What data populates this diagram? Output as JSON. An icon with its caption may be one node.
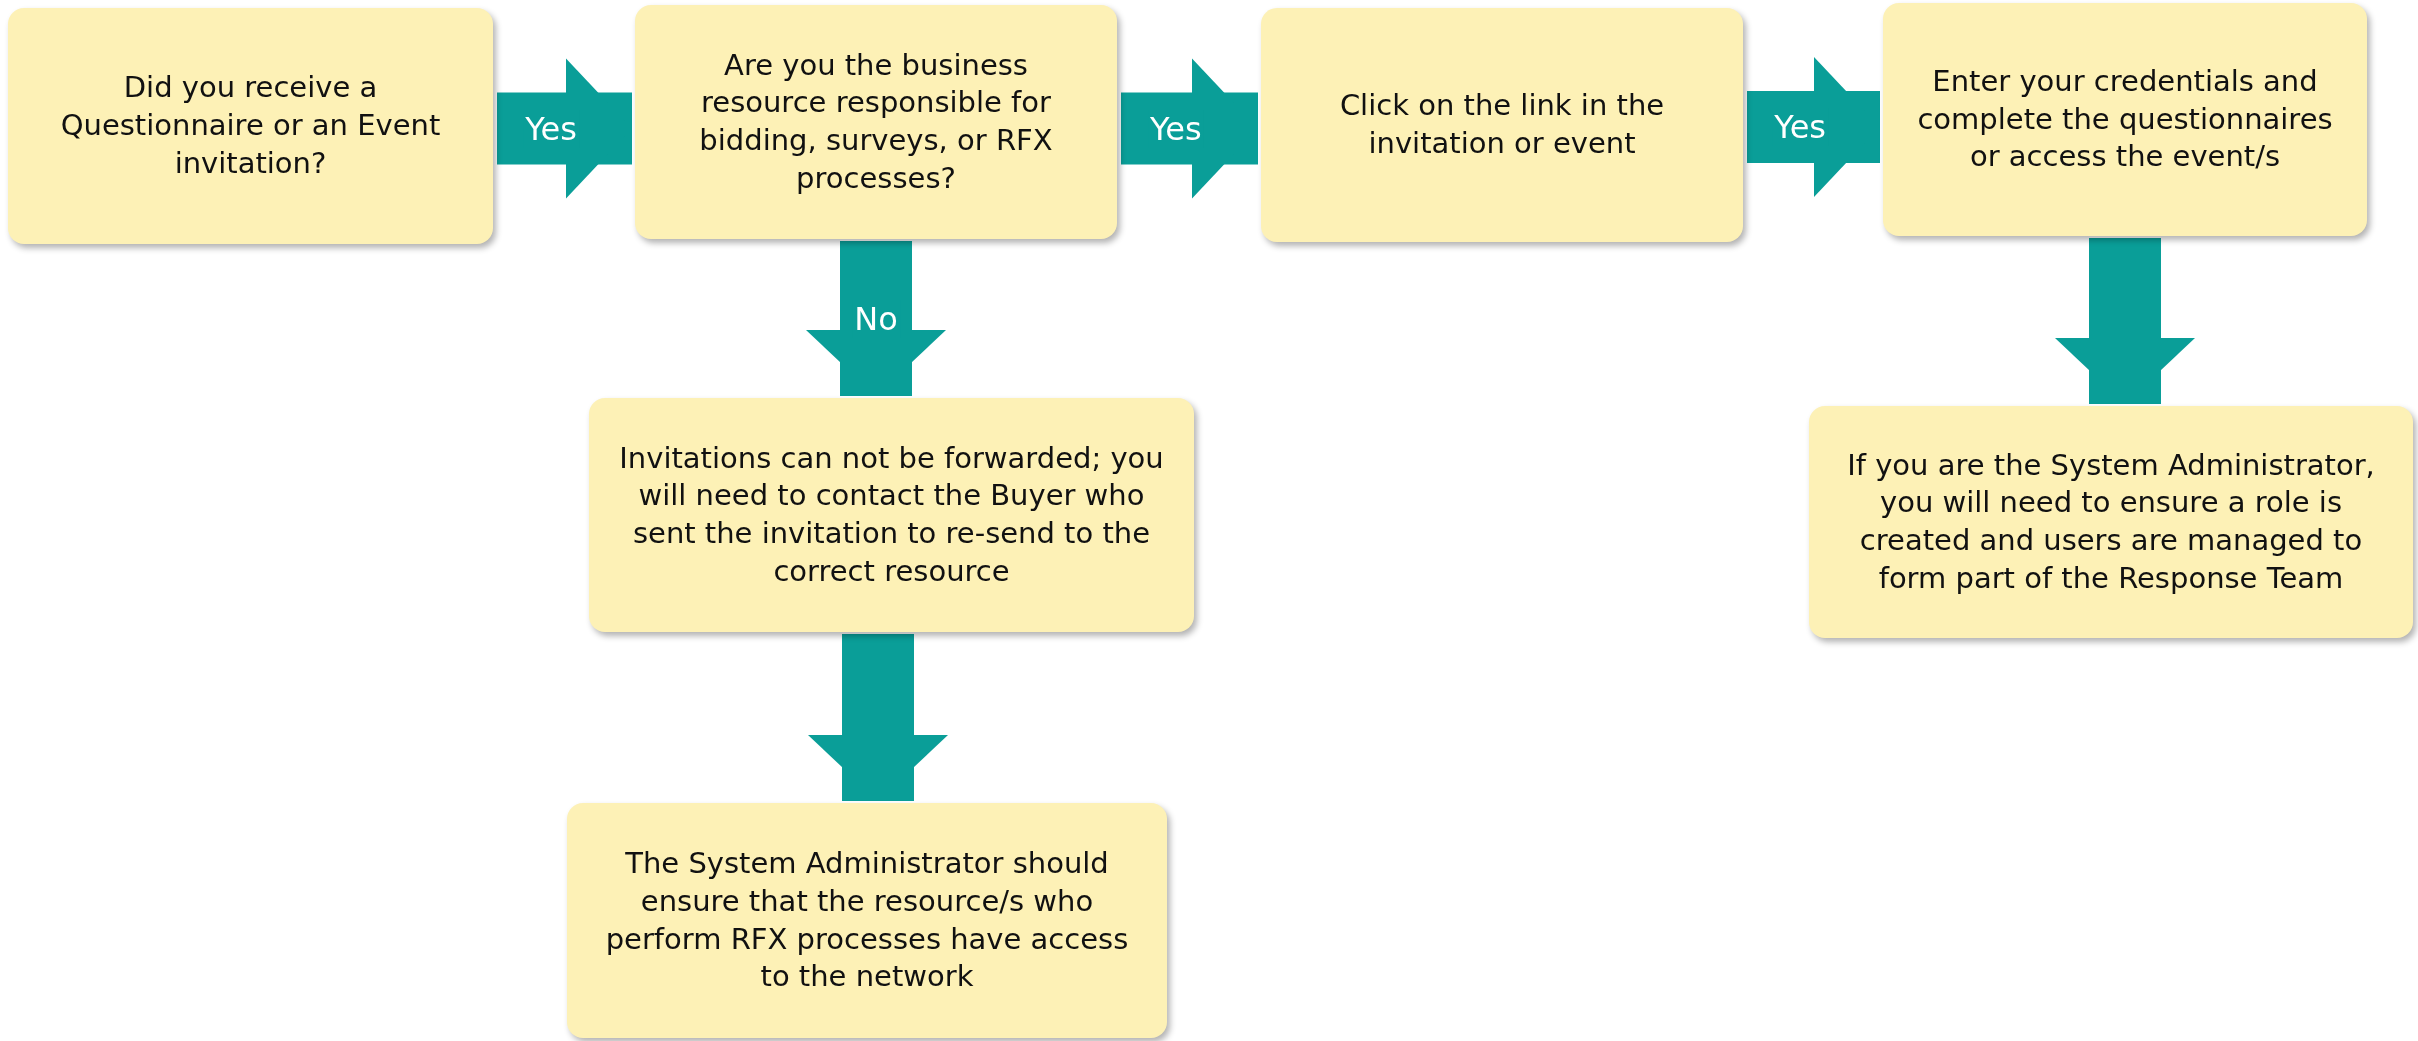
{
  "diagram": {
    "nodes": [
      {
        "text": [
          "Did you receive a Questionnaire or an Event invitation?"
        ]
      },
      {
        "text": [
          "Are you the business resource responsible for bidding, surveys, or RFX processes?"
        ]
      },
      {
        "text": [
          "Click on the link in the invitation or event"
        ]
      },
      {
        "text": [
          "Enter your credentials and complete the questionnaires or access the event/s"
        ]
      },
      {
        "text": [
          "Invitations can not be forwarded; you will need to contact the Buyer who sent the invitation to re-send to the correct resource"
        ]
      },
      {
        "text": [
          "The System Administrator should ensure that the resource/s who perform RFX processes have access to the network"
        ]
      },
      {
        "text": [
          "If you are the System Administrator, you will need to ensure a role is created and users are managed to form part of the Response Team"
        ]
      }
    ],
    "edges": [
      {
        "from": 0,
        "to": 1,
        "arrow": "to",
        "label": "Yes"
      },
      {
        "from": 1,
        "to": 2,
        "arrow": "to",
        "label": "Yes"
      },
      {
        "from": 2,
        "to": 3,
        "arrow": "to",
        "label": "Yes"
      },
      {
        "from": 1,
        "to": 4,
        "arrow": "to",
        "label": "No"
      },
      {
        "from": 4,
        "to": 5,
        "arrow": "to"
      },
      {
        "from": 3,
        "to": 6,
        "arrow": "to"
      }
    ]
  }
}
